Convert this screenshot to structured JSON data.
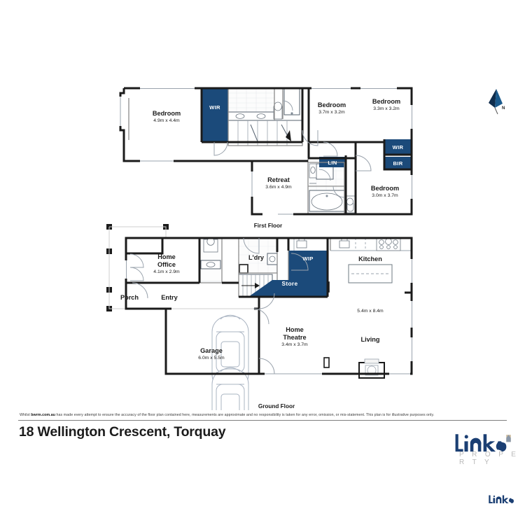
{
  "document": {
    "type": "real-estate-floor-plan",
    "address": "18 Wellington Crescent, Torquay",
    "disclaimer_prefix": "Whilst ",
    "disclaimer_brand": "bwrm.com.au",
    "disclaimer_rest": " has made every attempt to ensure the accuracy of the floor plan contained here, measurements are approximate and no responsibility is taken for any error, omission, or mis-statement. This plan is for illustrative purposes only.",
    "brand": {
      "name": "Links",
      "subtitle": "P R O P E R T Y",
      "mini_name": "Links"
    },
    "colors": {
      "navy": "#1b4a7a",
      "navy_dark": "#103a63",
      "wall": "#1b1b1b",
      "thin_wall": "#8c8c8c",
      "fixture": "#9aa3ad",
      "text": "#1b1b1b",
      "disclaimer_text": "#3a3a3a",
      "logo_grey": "#b9b9b9"
    },
    "compass": {
      "label": "N",
      "name": "north-arrow"
    }
  },
  "floors": [
    {
      "id": "first-floor",
      "label": "First Floor",
      "rooms": [
        {
          "name": "Bedroom",
          "dims": "4.9m x 4.4m"
        },
        {
          "name": "Bedroom",
          "dims": "3.7m x 3.2m"
        },
        {
          "name": "Bedroom",
          "dims": "3.3m x 3.2m"
        },
        {
          "name": "Bedroom",
          "dims": "3.0m x 3.7m"
        },
        {
          "name": "Retreat",
          "dims": "3.6m x 4.9m"
        }
      ],
      "tags": [
        {
          "label": "WIR",
          "meaning": "walk-in-robe"
        },
        {
          "label": "WIR",
          "meaning": "walk-in-robe"
        },
        {
          "label": "BIR",
          "meaning": "built-in-robe"
        },
        {
          "label": "LIN",
          "meaning": "linen-cupboard"
        }
      ]
    },
    {
      "id": "ground-floor",
      "label": "Ground Floor",
      "rooms": [
        {
          "name": "Home Office",
          "dims": "4.1m x 2.9m"
        },
        {
          "name": "Garage",
          "dims": "6.0m x 5.5m"
        },
        {
          "name": "Home Theatre",
          "dims": "3.4m x 3.7m"
        },
        {
          "name": "Living",
          "dims": "5.4m x 8.4m"
        },
        {
          "name": "Kitchen",
          "dims": ""
        },
        {
          "name": "Porch",
          "dims": ""
        },
        {
          "name": "Entry",
          "dims": ""
        },
        {
          "name": "L'dry",
          "dims": ""
        }
      ],
      "tags": [
        {
          "label": "WIP",
          "meaning": "walk-in-pantry"
        },
        {
          "label": "Store",
          "meaning": "storage"
        }
      ]
    }
  ],
  "labels": {
    "bedroom_1_name": "Bedroom",
    "bedroom_1_dims": "4.9m x 4.4m",
    "bedroom_2_name": "Bedroom",
    "bedroom_2_dims": "3.7m x 3.2m",
    "bedroom_3_name": "Bedroom",
    "bedroom_3_dims": "3.3m x 3.2m",
    "bedroom_4_name": "Bedroom",
    "bedroom_4_dims": "3.0m x 3.7m",
    "retreat_name": "Retreat",
    "retreat_dims": "3.6m x 4.9m",
    "wir_1": "WIR",
    "wir_2": "WIR",
    "bir": "BIR",
    "lin": "LIN",
    "first_floor": "First Floor",
    "home_office_name": "Home",
    "home_office_name2": "Office",
    "home_office_dims": "4.1m x 2.9m",
    "porch": "Porch",
    "entry": "Entry",
    "ldry": "L'dry",
    "wip": "WIP",
    "store": "Store",
    "kitchen": "Kitchen",
    "garage_name": "Garage",
    "garage_dims": "6.0m x 5.5m",
    "theatre_name": "Home",
    "theatre_name2": "Theatre",
    "theatre_dims": "3.4m x 3.7m",
    "living_name": "Living",
    "living_dims": "5.4m x 8.4m",
    "ground_floor": "Ground Floor"
  }
}
